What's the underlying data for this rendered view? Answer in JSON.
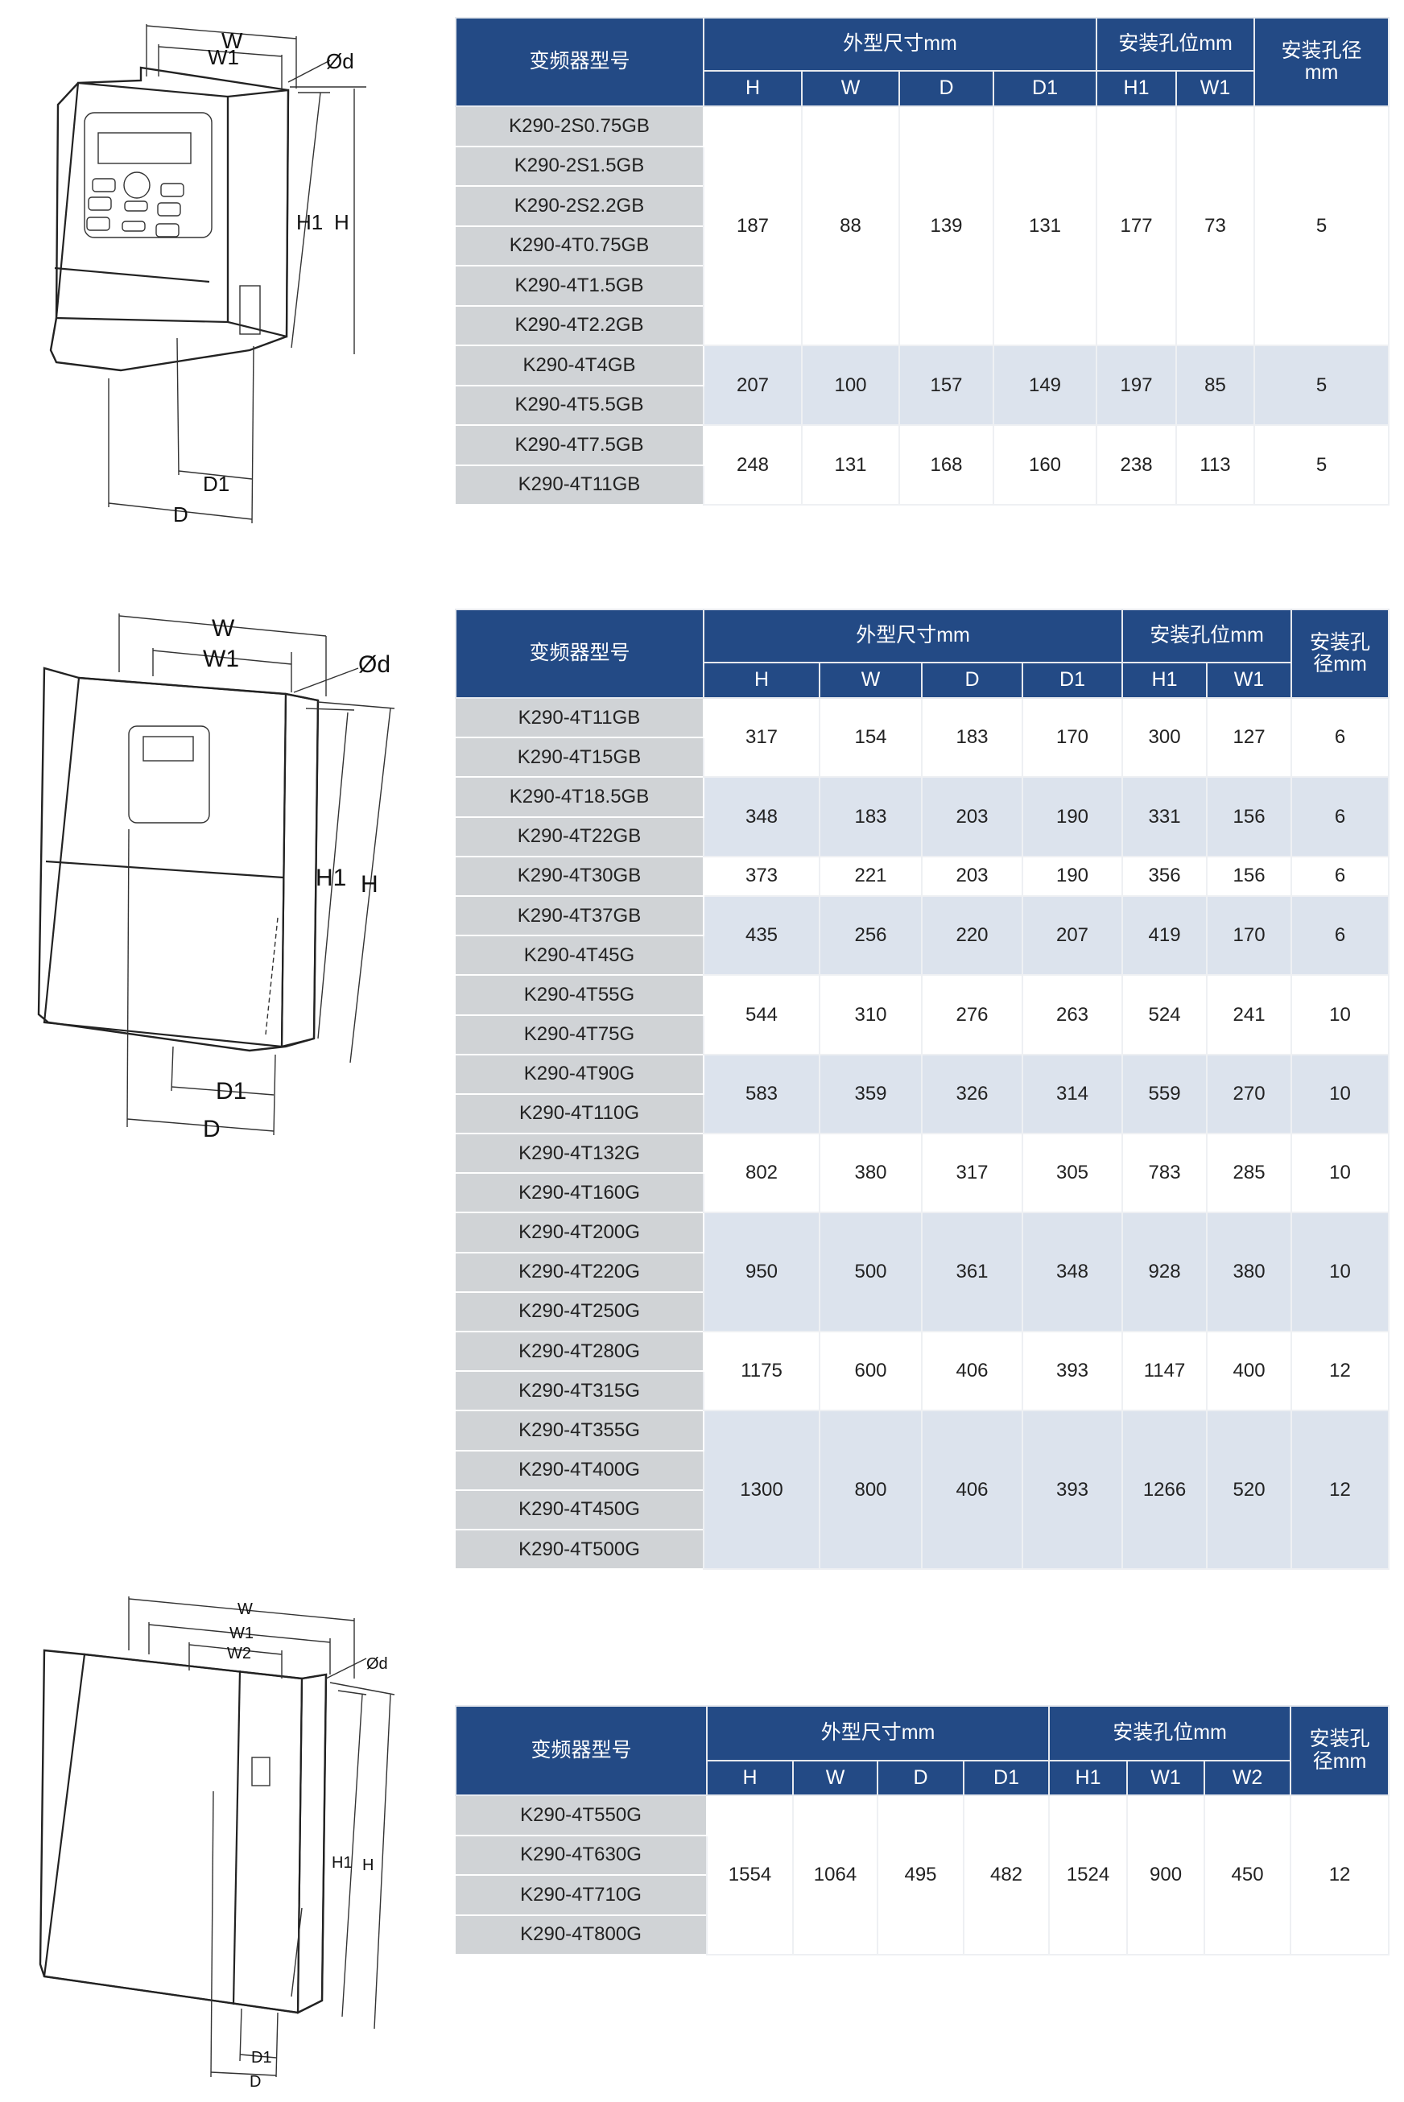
{
  "colors": {
    "header": "#234a85",
    "model_bg": "#d0d3d6",
    "shade": "#dce3ed"
  },
  "drawings": [
    {
      "labels": {
        "W": "W",
        "W1": "W1",
        "d": "Ød",
        "H1": "H1",
        "H": "H",
        "D1": "D1",
        "D": "D"
      }
    },
    {
      "labels": {
        "W": "W",
        "W1": "W1",
        "d": "Ød",
        "H1": "H1",
        "H": "H",
        "D1": "D1",
        "D": "D"
      }
    },
    {
      "labels": {
        "W": "W",
        "W1": "W1",
        "W2": "W2",
        "d": "Ød",
        "H1": "H1",
        "H": "H",
        "D1": "D1",
        "D": "D"
      }
    }
  ],
  "tables": [
    {
      "model_header": "变频器型号",
      "groups": [
        {
          "label": "外型尺寸mm",
          "cols": [
            "H",
            "W",
            "D",
            "D1"
          ]
        },
        {
          "label": "安装孔位mm",
          "cols": [
            "H1",
            "W1"
          ]
        }
      ],
      "hole_header": "安装孔径mm",
      "rows": [
        {
          "models": [
            "K290-2S0.75GB",
            "K290-2S1.5GB",
            "K290-2S2.2GB",
            "K290-4T0.75GB",
            "K290-4T1.5GB",
            "K290-4T2.2GB"
          ],
          "values": [
            "187",
            "88",
            "139",
            "131",
            "177",
            "73",
            "5"
          ],
          "shaded": false
        },
        {
          "models": [
            "K290-4T4GB",
            "K290-4T5.5GB"
          ],
          "values": [
            "207",
            "100",
            "157",
            "149",
            "197",
            "85",
            "5"
          ],
          "shaded": true
        },
        {
          "models": [
            "K290-4T7.5GB",
            "K290-4T11GB"
          ],
          "values": [
            "248",
            "131",
            "168",
            "160",
            "238",
            "113",
            "5"
          ],
          "shaded": false
        }
      ]
    },
    {
      "model_header": "变频器型号",
      "groups": [
        {
          "label": "外型尺寸mm",
          "cols": [
            "H",
            "W",
            "D",
            "D1"
          ]
        },
        {
          "label": "安装孔位mm",
          "cols": [
            "H1",
            "W1"
          ]
        }
      ],
      "hole_header": "安装孔径mm",
      "rows": [
        {
          "models": [
            "K290-4T11GB",
            "K290-4T15GB"
          ],
          "values": [
            "317",
            "154",
            "183",
            "170",
            "300",
            "127",
            "6"
          ],
          "shaded": false
        },
        {
          "models": [
            "K290-4T18.5GB",
            "K290-4T22GB"
          ],
          "values": [
            "348",
            "183",
            "203",
            "190",
            "331",
            "156",
            "6"
          ],
          "shaded": true
        },
        {
          "models": [
            "K290-4T30GB"
          ],
          "values": [
            "373",
            "221",
            "203",
            "190",
            "356",
            "156",
            "6"
          ],
          "shaded": false
        },
        {
          "models": [
            "K290-4T37GB",
            "K290-4T45G"
          ],
          "values": [
            "435",
            "256",
            "220",
            "207",
            "419",
            "170",
            "6"
          ],
          "shaded": true
        },
        {
          "models": [
            "K290-4T55G",
            "K290-4T75G"
          ],
          "values": [
            "544",
            "310",
            "276",
            "263",
            "524",
            "241",
            "10"
          ],
          "shaded": false
        },
        {
          "models": [
            "K290-4T90G",
            "K290-4T110G"
          ],
          "values": [
            "583",
            "359",
            "326",
            "314",
            "559",
            "270",
            "10"
          ],
          "shaded": true
        },
        {
          "models": [
            "K290-4T132G",
            "K290-4T160G"
          ],
          "values": [
            "802",
            "380",
            "317",
            "305",
            "783",
            "285",
            "10"
          ],
          "shaded": false
        },
        {
          "models": [
            "K290-4T200G",
            "K290-4T220G",
            "K290-4T250G"
          ],
          "values": [
            "950",
            "500",
            "361",
            "348",
            "928",
            "380",
            "10"
          ],
          "shaded": true
        },
        {
          "models": [
            "K290-4T280G",
            "K290-4T315G"
          ],
          "values": [
            "1175",
            "600",
            "406",
            "393",
            "1147",
            "400",
            "12"
          ],
          "shaded": false
        },
        {
          "models": [
            "K290-4T355G",
            "K290-4T400G",
            "K290-4T450G",
            "K290-4T500G"
          ],
          "values": [
            "1300",
            "800",
            "406",
            "393",
            "1266",
            "520",
            "12"
          ],
          "shaded": true
        }
      ]
    },
    {
      "model_header": "变频器型号",
      "groups": [
        {
          "label": "外型尺寸mm",
          "cols": [
            "H",
            "W",
            "D",
            "D1"
          ]
        },
        {
          "label": "安装孔位mm",
          "cols": [
            "H1",
            "W1",
            "W2"
          ]
        }
      ],
      "hole_header": "安装孔径mm",
      "rows": [
        {
          "models": [
            "K290-4T550G",
            "K290-4T630G",
            "K290-4T710G",
            "K290-4T800G"
          ],
          "values": [
            "1554",
            "1064",
            "495",
            "482",
            "1524",
            "900",
            "450",
            "12"
          ],
          "shaded": false
        }
      ]
    }
  ]
}
